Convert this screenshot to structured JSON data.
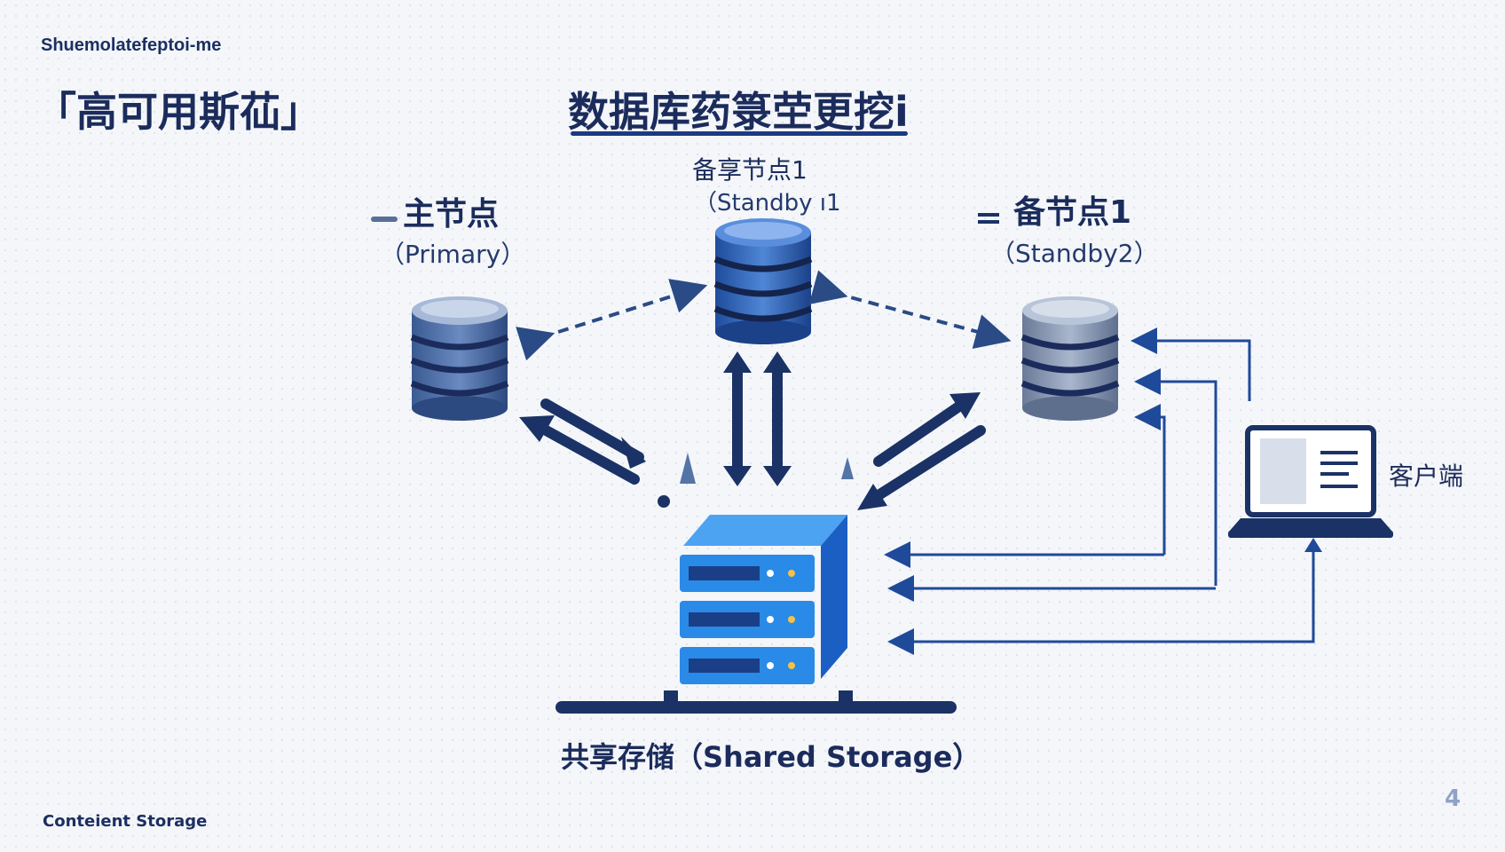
{
  "header": {
    "kicker": "Shuemolatefeptoi-me",
    "section": "「高可用斯苮」",
    "title": "数据库药箓茔更挖i"
  },
  "nodes": {
    "primary": {
      "name": "主节点",
      "sub": "（Primary）"
    },
    "standby1": {
      "name": "备享节点1",
      "sub": "（Standby ı1"
    },
    "standby2": {
      "name": "备节点1",
      "sub": "（Standby2）"
    }
  },
  "client": {
    "label": "客户端"
  },
  "storage": {
    "label": "共享存储（Shared Storage）"
  },
  "footer": {
    "text": "Conteient Storage",
    "page": "4"
  },
  "colors": {
    "navy": "#1c3a70",
    "blue": "#2f6fe0",
    "storage": "#2a86e8",
    "arrow": "#1f4a9a"
  }
}
